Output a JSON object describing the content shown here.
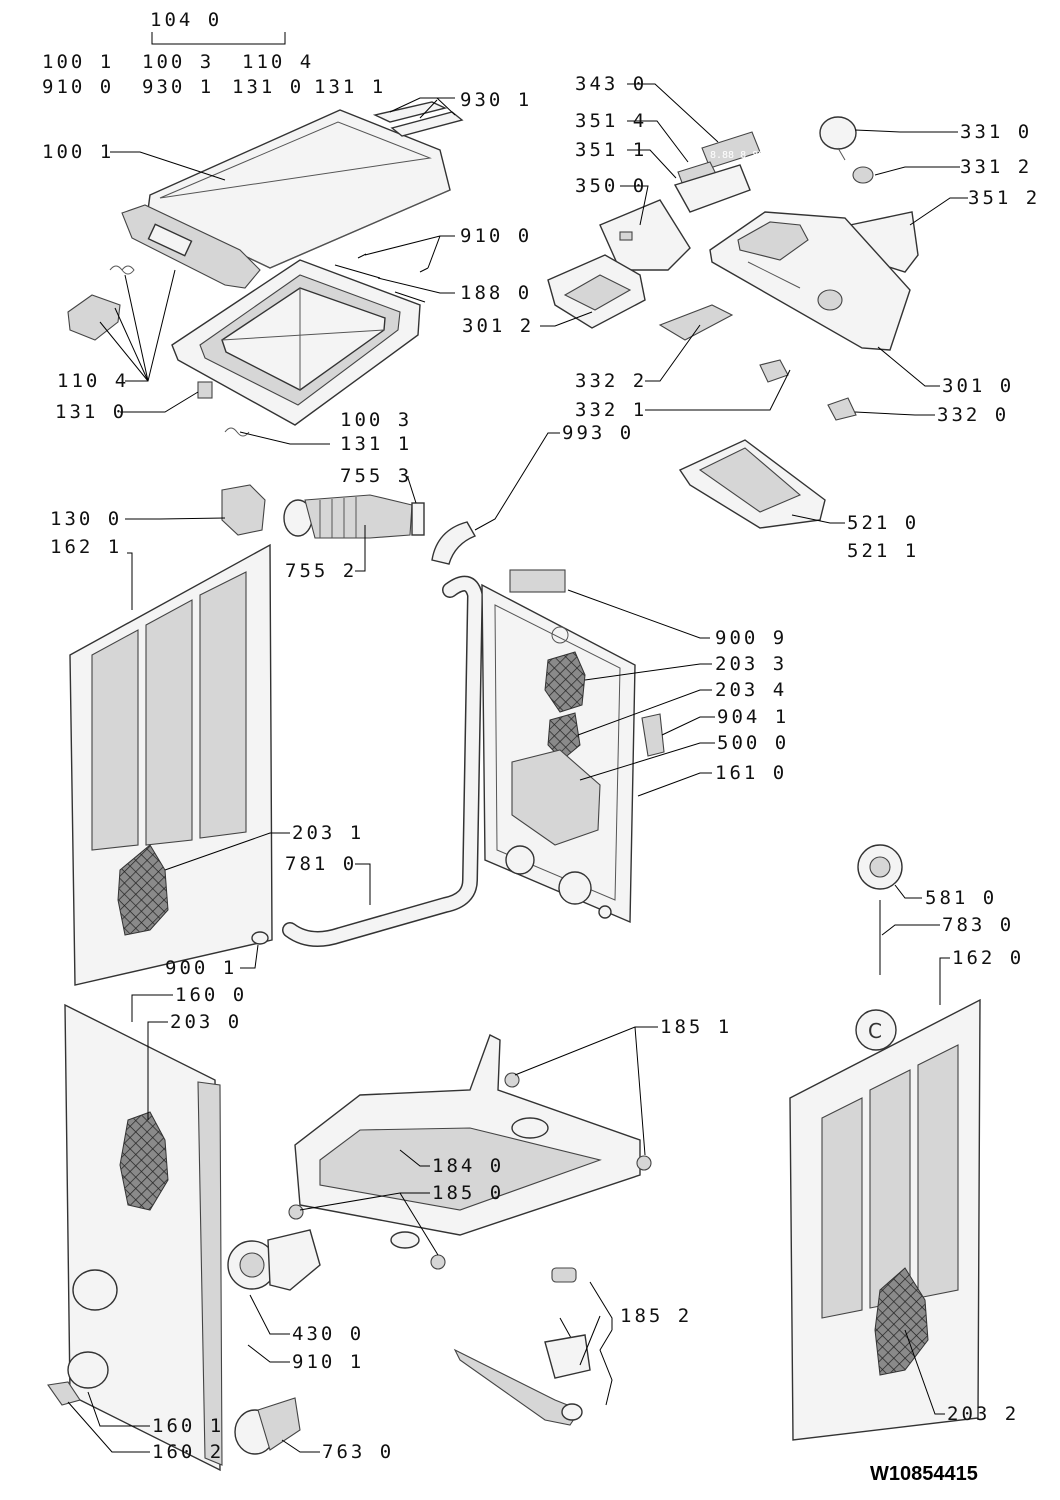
{
  "drawing_code": "W10854415",
  "labels": {
    "l1040": "104 0",
    "l1001a": "100 1",
    "l1003a": "100 3",
    "l1104a": "110 4",
    "l9100a": "910 0",
    "l9301a": "930 1",
    "l1310a": "131 0",
    "l1311a": "131 1",
    "l9301": "930 1",
    "l1001": "100 1",
    "l9100": "910 0",
    "l1880": "188 0",
    "l1104": "110 4",
    "l1310": "131 0",
    "l1003": "100 3",
    "l1311": "131 1",
    "l7553": "755 3",
    "l7552": "755 2",
    "l1300": "130 0",
    "l1621": "162 1",
    "l3430": "343 0",
    "l3514": "351 4",
    "l3511": "351 1",
    "l3500": "350 0",
    "l3012": "301 2",
    "l3322": "332 2",
    "l3321": "332 1",
    "l9930": "993 0",
    "l3310": "331 0",
    "l3312": "331 2",
    "l3512": "351 2",
    "l3010": "301 0",
    "l3320": "332 0",
    "l5210": "521 0",
    "l5211": "521 1",
    "l9009": "900 9",
    "l2033": "203 3",
    "l2034": "203 4",
    "l9041": "904 1",
    "l5000": "500 0",
    "l1610": "161 0",
    "l2031": "203 1",
    "l7810": "781 0",
    "l9001": "900 1",
    "l1600": "160 0",
    "l2030": "203 0",
    "l1851": "185 1",
    "l1840": "184 0",
    "l1850": "185 0",
    "l4300": "430 0",
    "l9101": "910 1",
    "l1852": "185 2",
    "l1601": "160 1",
    "l1602": "160 2",
    "l7630": "763 0",
    "l5810": "581 0",
    "l7830": "783 0",
    "l1620": "162 0",
    "l2032": "203 2"
  }
}
